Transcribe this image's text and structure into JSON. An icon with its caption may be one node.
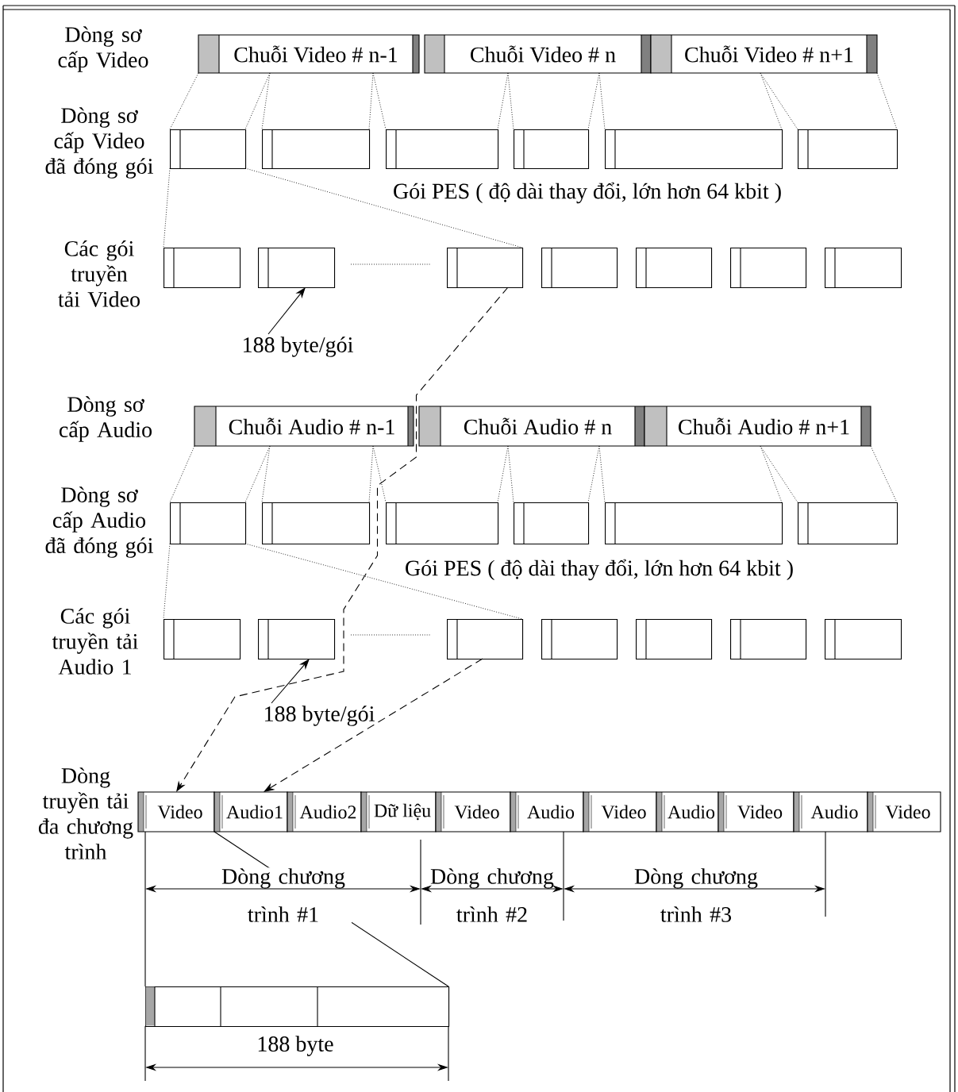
{
  "diagram": {
    "nodes": [
      {
        "text": [
          "Chuỗi Video # n-1"
        ]
      },
      {
        "text": [
          "Chuỗi Video # n"
        ]
      },
      {
        "text": [
          "Chuỗi Video # n+1"
        ]
      },
      {
        "text": [],
        "shape": "box"
      },
      {
        "text": [],
        "shape": "box"
      },
      {
        "text": [],
        "shape": "box"
      },
      {
        "text": [],
        "shape": "box"
      },
      {
        "text": [],
        "shape": "box"
      },
      {
        "text": [],
        "shape": "box"
      },
      {
        "text": [],
        "shape": "box"
      },
      {
        "text": [],
        "shape": "box"
      },
      {
        "text": [],
        "shape": "box"
      },
      {
        "text": [],
        "shape": "box"
      },
      {
        "text": [],
        "shape": "box"
      },
      {
        "text": [],
        "shape": "box"
      },
      {
        "text": [],
        "shape": "box"
      },
      {
        "text": [
          "188 byte/gói"
        ]
      },
      {
        "text": [
          "Chuỗi Audio # n-1"
        ]
      },
      {
        "text": [
          "Chuỗi Audio # n"
        ]
      },
      {
        "text": [
          "Chuỗi Audio # n+1"
        ]
      },
      {
        "text": [],
        "shape": "box"
      },
      {
        "text": [],
        "shape": "box"
      },
      {
        "text": [],
        "shape": "box"
      },
      {
        "text": [],
        "shape": "box"
      },
      {
        "text": [],
        "shape": "box"
      },
      {
        "text": [],
        "shape": "box"
      },
      {
        "text": [],
        "shape": "box"
      },
      {
        "text": [],
        "shape": "box"
      },
      {
        "text": [],
        "shape": "box"
      },
      {
        "text": [],
        "shape": "box"
      },
      {
        "text": [],
        "shape": "box"
      },
      {
        "text": [],
        "shape": "box"
      },
      {
        "text": [],
        "shape": "box"
      },
      {
        "text": [
          "188 byte/gói"
        ]
      },
      {
        "text": [
          "Video"
        ]
      },
      {
        "text": [
          "Audio1"
        ]
      },
      {
        "text": [
          "Audio2"
        ]
      },
      {
        "text": [
          "Dữ liệu"
        ]
      },
      {
        "text": [
          "Video"
        ]
      },
      {
        "text": [
          "Audio"
        ]
      },
      {
        "text": [
          "Video"
        ]
      },
      {
        "text": [
          "Audio"
        ]
      },
      {
        "text": [
          "Video"
        ]
      },
      {
        "text": [
          "Audio"
        ]
      },
      {
        "text": [
          "Video"
        ]
      },
      {
        "text": [],
        "shape": "box"
      }
    ],
    "edges": [
      {
        "from": 0,
        "to": 3,
        "arrow": "none",
        "style": "dashed"
      },
      {
        "from": 0,
        "to": 3,
        "arrow": "none",
        "style": "dashed"
      },
      {
        "from": 0,
        "to": 4,
        "arrow": "none",
        "style": "dashed"
      },
      {
        "from": 0,
        "to": 4,
        "arrow": "none",
        "style": "dashed"
      },
      {
        "from": 0,
        "to": 5,
        "arrow": "none",
        "style": "dashed"
      },
      {
        "from": 1,
        "to": 5,
        "arrow": "none",
        "style": "dashed"
      },
      {
        "from": 1,
        "to": 6,
        "arrow": "none",
        "style": "dashed"
      },
      {
        "from": 1,
        "to": 6,
        "arrow": "none",
        "style": "dashed"
      },
      {
        "from": 1,
        "to": 7,
        "arrow": "none",
        "style": "dashed"
      },
      {
        "from": 2,
        "to": 7,
        "arrow": "none",
        "style": "dashed"
      },
      {
        "from": 2,
        "to": 8,
        "arrow": "none",
        "style": "dashed"
      },
      {
        "from": 2,
        "to": 8,
        "arrow": "none",
        "style": "dashed"
      },
      {
        "from": 3,
        "to": 9,
        "arrow": "none",
        "style": "dashed"
      },
      {
        "from": 3,
        "to": 11,
        "arrow": "none",
        "style": "dashed"
      },
      {
        "from": 16,
        "to": 10,
        "arrow": "to"
      },
      {
        "from": 17,
        "to": 20,
        "arrow": "none",
        "style": "dashed"
      },
      {
        "from": 17,
        "to": 20,
        "arrow": "none",
        "style": "dashed"
      },
      {
        "from": 17,
        "to": 21,
        "arrow": "none",
        "style": "dashed"
      },
      {
        "from": 17,
        "to": 21,
        "arrow": "none",
        "style": "dashed"
      },
      {
        "from": 17,
        "to": 22,
        "arrow": "none",
        "style": "dashed"
      },
      {
        "from": 18,
        "to": 22,
        "arrow": "none",
        "style": "dashed"
      },
      {
        "from": 18,
        "to": 23,
        "arrow": "none",
        "style": "dashed"
      },
      {
        "from": 18,
        "to": 23,
        "arrow": "none",
        "style": "dashed"
      },
      {
        "from": 18,
        "to": 24,
        "arrow": "none",
        "style": "dashed"
      },
      {
        "from": 19,
        "to": 24,
        "arrow": "none",
        "style": "dashed"
      },
      {
        "from": 19,
        "to": 25,
        "arrow": "none",
        "style": "dashed"
      },
      {
        "from": 19,
        "to": 25,
        "arrow": "none",
        "style": "dashed"
      },
      {
        "from": 20,
        "to": 26,
        "arrow": "none",
        "style": "dashed"
      },
      {
        "from": 20,
        "to": 28,
        "arrow": "none",
        "style": "dashed"
      },
      {
        "from": 33,
        "to": 27,
        "arrow": "to"
      },
      {
        "from": 11,
        "to": 34,
        "arrow": "to",
        "style": "dashed"
      },
      {
        "from": 28,
        "to": 35,
        "arrow": "to",
        "style": "dashed"
      },
      {
        "from": 34,
        "to": 45,
        "arrow": "none"
      },
      {
        "from": 34,
        "to": 45,
        "arrow": "none"
      }
    ],
    "labels": [
      "Dòng sơ cấp Video",
      "Dòng sơ cấp Video đã đóng gói",
      "Gói PES ( độ dài thay đổi, lớn hơn 64 kbit )",
      "Các gói truyền tải Video",
      "Dòng sơ cấp Audio",
      "Dòng sơ cấp Audio đã đóng gói",
      "Gói PES ( độ dài thay đổi, lớn hơn 64 kbit )",
      "Các gói truyền tải Audio 1",
      "Dòng truyền tải đa chương trình",
      "Dòng chương trình #1",
      "Dòng chương trình #2",
      "Dòng chương trình #3",
      "188 byte"
    ]
  }
}
